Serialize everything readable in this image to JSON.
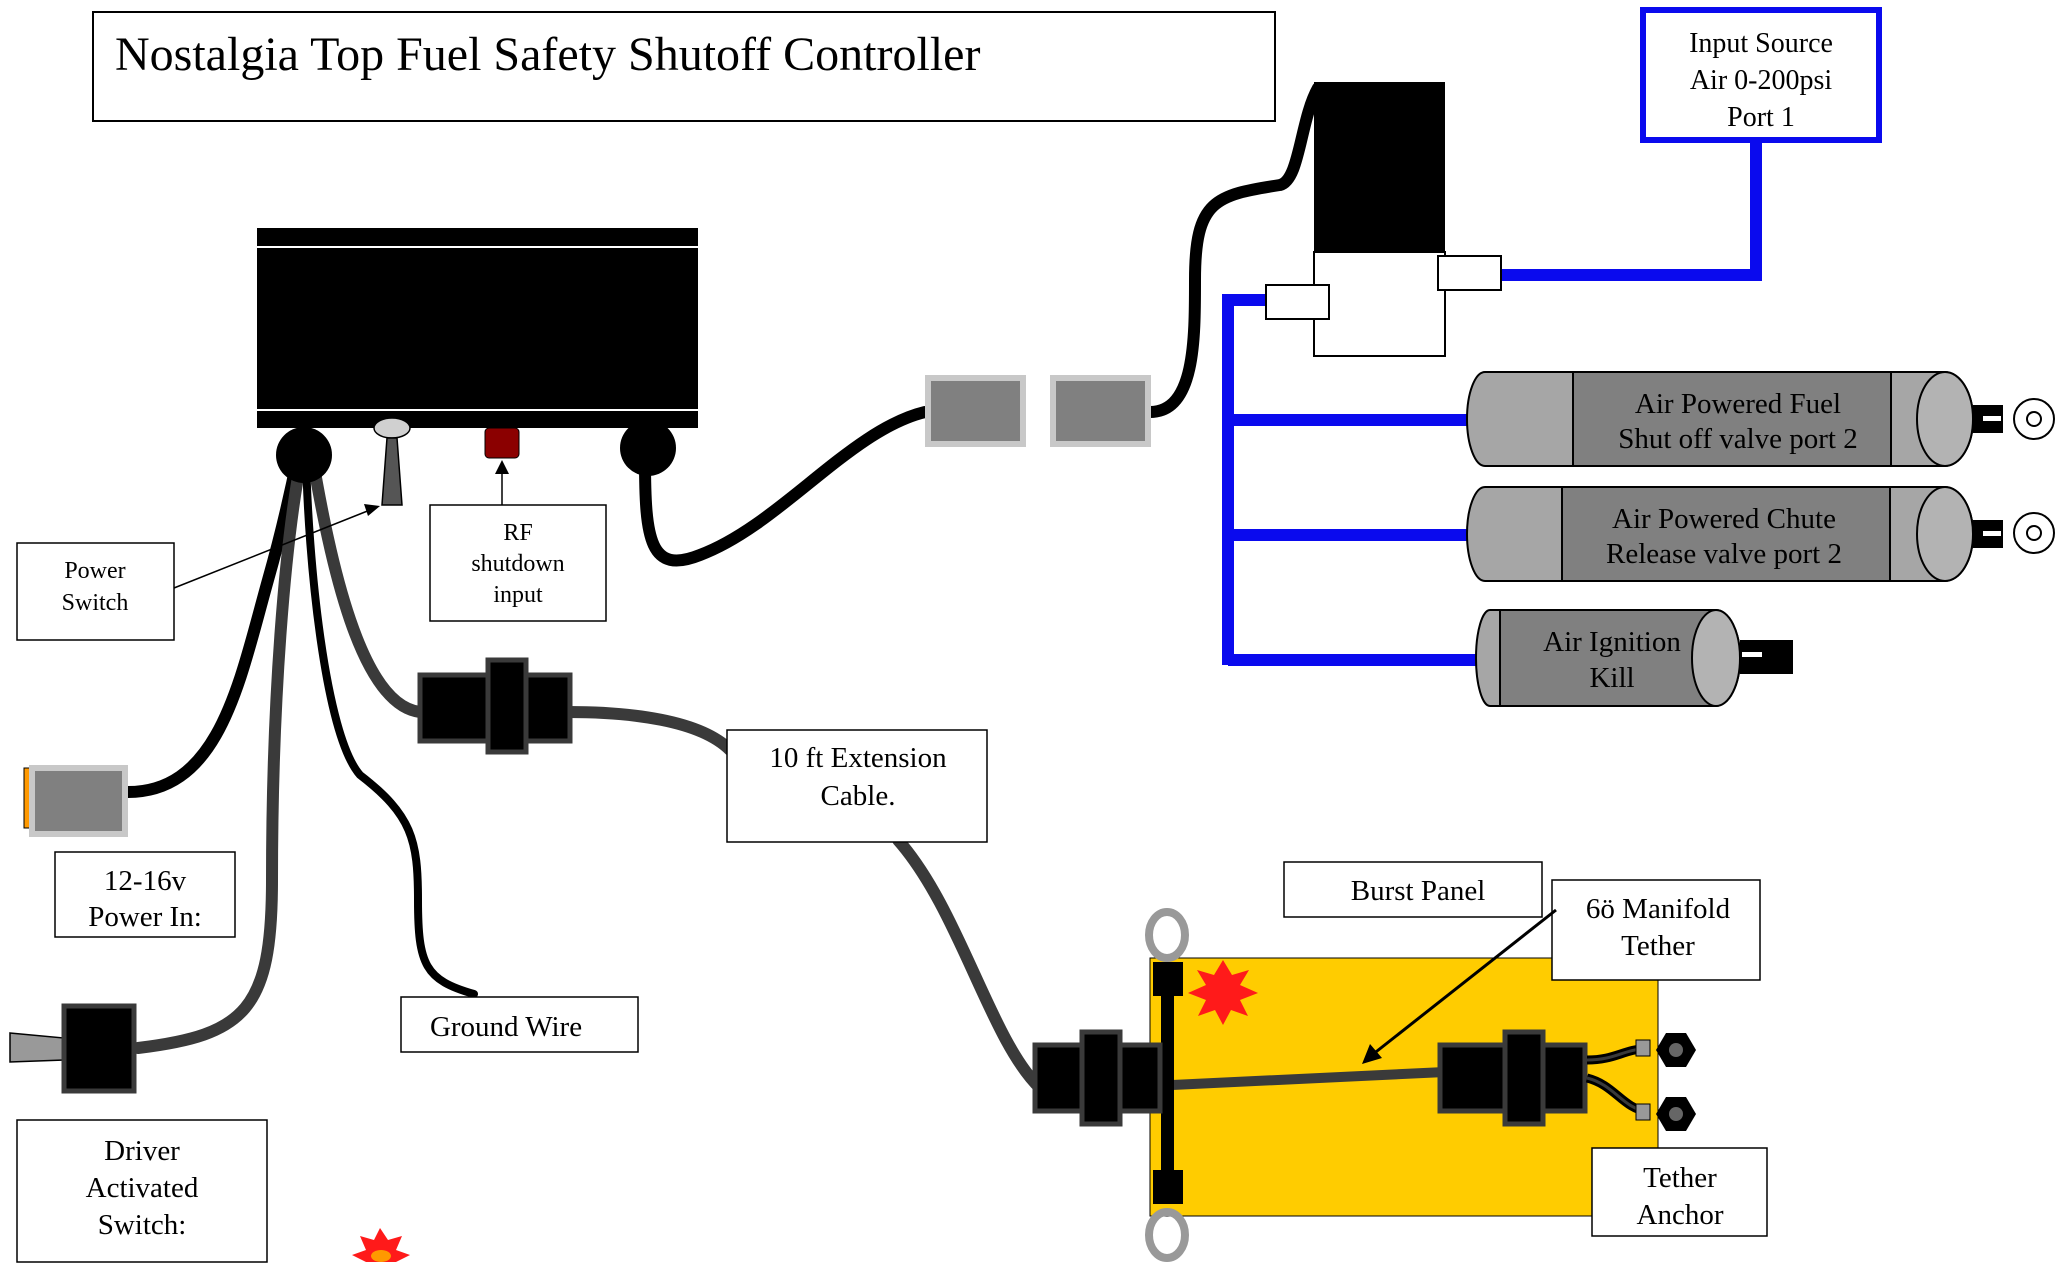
{
  "title": "Nostalgia Top Fuel Safety Shutoff Controller",
  "labels": {
    "input_source": [
      "Input Source",
      "Air 0-200psi",
      "Port 1"
    ],
    "fuel_valve": [
      "Air Powered Fuel",
      "Shut off valve port 2"
    ],
    "chute_valve": [
      "Air Powered Chute",
      "Release valve port 2"
    ],
    "ignition_kill": [
      "Air Ignition",
      "Kill"
    ],
    "power_switch": [
      "Power",
      "Switch"
    ],
    "rf_input": [
      "RF",
      "shutdown",
      "input"
    ],
    "power_in": [
      "12-16v",
      "Power In:"
    ],
    "ground_wire": "Ground Wire",
    "extension_cable": [
      "10 ft Extension",
      "Cable."
    ],
    "burst_panel": "Burst Panel",
    "manifold_tether": [
      "6ö Manifold",
      "Tether"
    ],
    "tether_anchor": [
      "Tether",
      "Anchor"
    ],
    "driver_switch": [
      "Driver",
      "Activated",
      "Switch:"
    ]
  },
  "colors": {
    "air_line": "#0a0aee",
    "cable": "#000000",
    "cable_gray": "#3a3a3a",
    "burst_panel": "#ffcc00",
    "cylinder": "#a6a6a6",
    "rf_button": "#8b0000",
    "star": "#ff1a1a"
  }
}
